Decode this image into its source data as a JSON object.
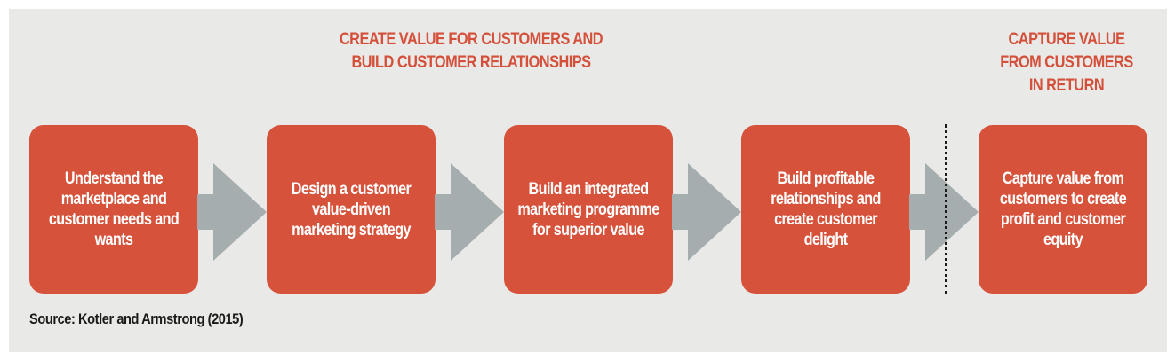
{
  "headings": {
    "create": "CREATE VALUE FOR CUSTOMERS AND\nBUILD CUSTOMER RELATIONSHIPS",
    "capture": "CAPTURE VALUE\nFROM CUSTOMERS\nIN RETURN"
  },
  "steps": [
    {
      "label": "Understand the marketplace and customer needs and wants"
    },
    {
      "label": "Design a customer value-driven marketing strategy"
    },
    {
      "label": "Build an integrated marketing programme for superior value"
    },
    {
      "label": "Build profitable relationships and create customer delight"
    },
    {
      "label": "Capture value from customers to create profit and customer equity"
    }
  ],
  "source": "Source: Kotler and Armstrong (2015)",
  "colors": {
    "accent": "#d6523b",
    "arrow": "#a5adae",
    "panel": "#e9e9e7"
  }
}
